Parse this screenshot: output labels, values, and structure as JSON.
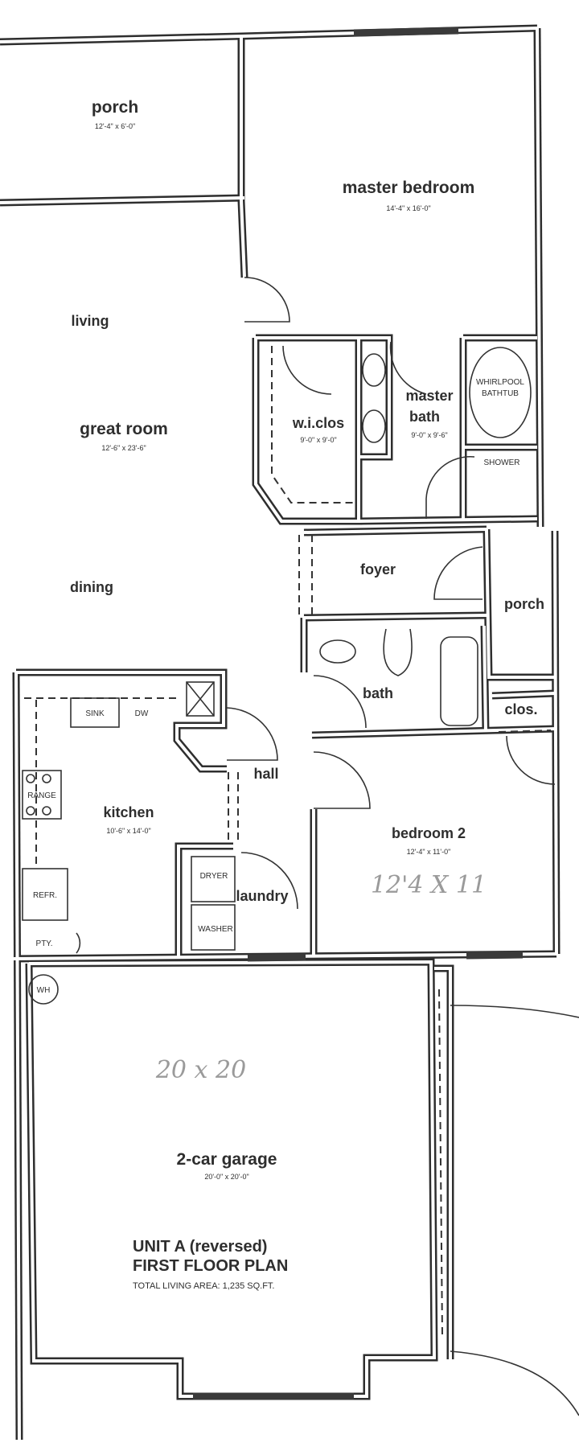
{
  "plan": {
    "title_line1": "UNIT A (reversed)",
    "title_line2": "FIRST FLOOR PLAN",
    "total_area": "TOTAL LIVING AREA: 1,235 SQ.FT."
  },
  "rooms": {
    "porch_top": {
      "name": "porch",
      "dims": "12'-4\" x 6'-0\""
    },
    "master_bedroom": {
      "name": "master bedroom",
      "dims": "14'-4\" x 16'-0\""
    },
    "living": {
      "name": "living"
    },
    "great_room": {
      "name": "great room",
      "dims": "12'-6\" x 23'-6\""
    },
    "dining": {
      "name": "dining"
    },
    "walk_in_closet": {
      "name": "w.i.clos",
      "dims": "9'-0\" x 9'-0\""
    },
    "master_bath": {
      "name_1": "master",
      "name_2": "bath",
      "dims": "9'-0\" x 9'-6\""
    },
    "whirlpool": {
      "line1": "WHIRLPOOL",
      "line2": "BATHTUB"
    },
    "shower": {
      "name": "SHOWER"
    },
    "foyer": {
      "name": "foyer"
    },
    "porch_side": {
      "name": "porch"
    },
    "bath": {
      "name": "bath"
    },
    "closet": {
      "name": "clos."
    },
    "hall": {
      "name": "hall"
    },
    "kitchen": {
      "name": "kitchen",
      "dims": "10'-6\" x 14'-0\""
    },
    "bedroom_2": {
      "name": "bedroom 2",
      "dims": "12'-4\" x 11'-0\"",
      "handwritten": "12'4 X 11"
    },
    "laundry": {
      "name": "laundry"
    },
    "garage": {
      "name": "2-car garage",
      "dims": "20'-0\" x 20'-0\"",
      "handwritten": "20 x 20"
    }
  },
  "fixtures": {
    "sink": "SINK",
    "dishwasher": "DW",
    "range": "RANGE",
    "refrigerator": "REFR.",
    "pantry": "PTY.",
    "dryer": "DRYER",
    "washer": "WASHER",
    "water_heater": "WH"
  }
}
